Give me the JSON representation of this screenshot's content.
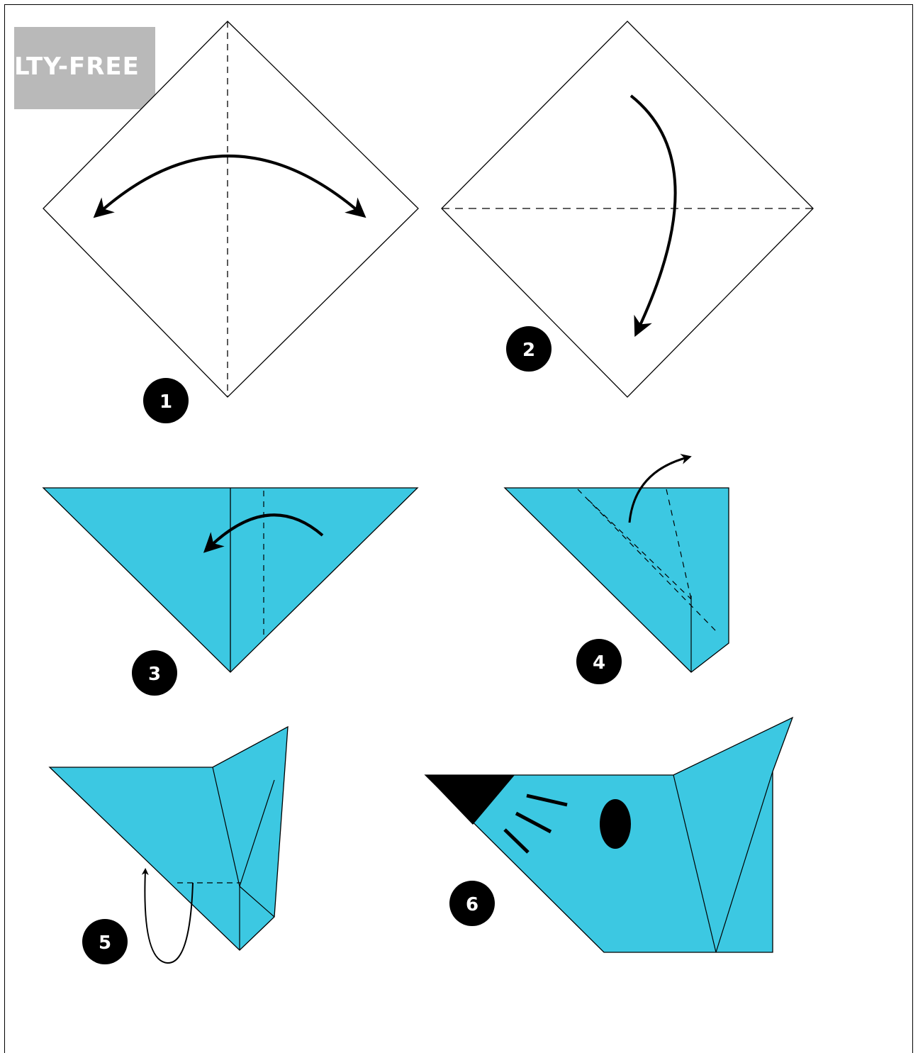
{
  "watermark": {
    "text": "LTY-FREE"
  },
  "steps": [
    {
      "number": "1"
    },
    {
      "number": "2"
    },
    {
      "number": "3"
    },
    {
      "number": "4"
    },
    {
      "number": "5"
    },
    {
      "number": "6"
    }
  ],
  "colors": {
    "paper": "#3cc8e2",
    "ink": "#000000",
    "watermark_box": "#b9b9b9"
  }
}
